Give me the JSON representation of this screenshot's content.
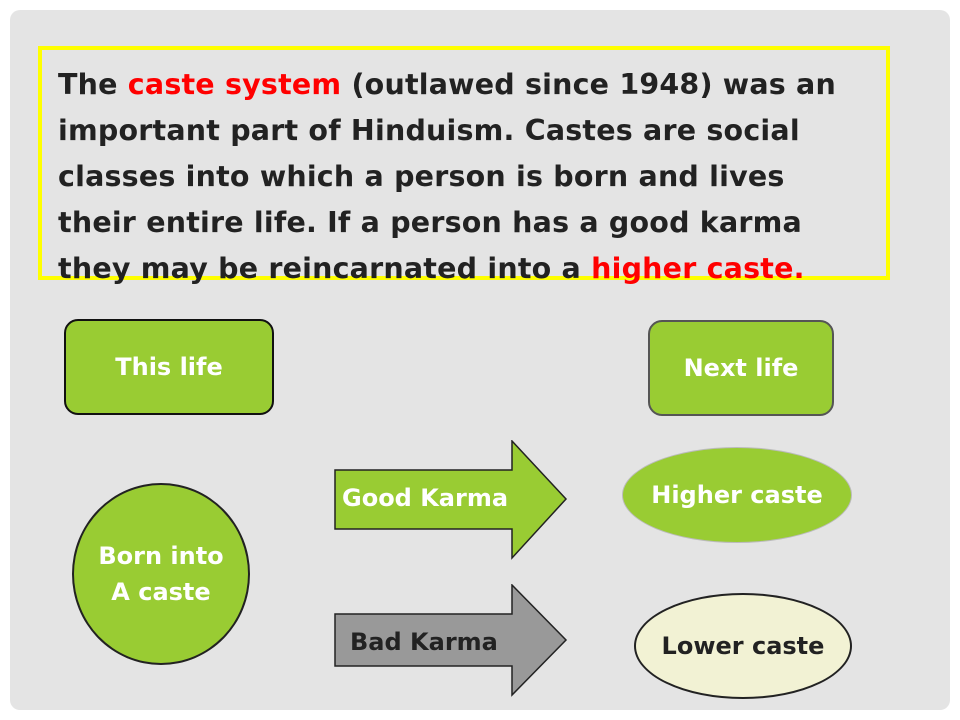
{
  "paragraph": {
    "part1": "The ",
    "highlight1": "caste system",
    "part2": " (outlawed since 1948) was an important part of Hinduism.  Castes are social classes into which a person is born and lives their entire life.  If a person has a good karma they may be reincarnated into a ",
    "highlight2": "higher caste",
    "part3": "."
  },
  "diagram": {
    "this_life": "This life",
    "next_life": "Next life",
    "born_line1": "Born into",
    "born_line2": "A caste",
    "good_karma": "Good Karma",
    "bad_karma": "Bad Karma",
    "higher_caste": "Higher caste",
    "lower_caste": "Lower caste"
  },
  "colors": {
    "green": "#99cc33",
    "yellow_border": "#ffff00",
    "highlight_red": "#ff0000",
    "bad_arrow_gray": "#999999",
    "lower_fill": "#f2f2d4",
    "slide_background": "#e4e4e4"
  }
}
